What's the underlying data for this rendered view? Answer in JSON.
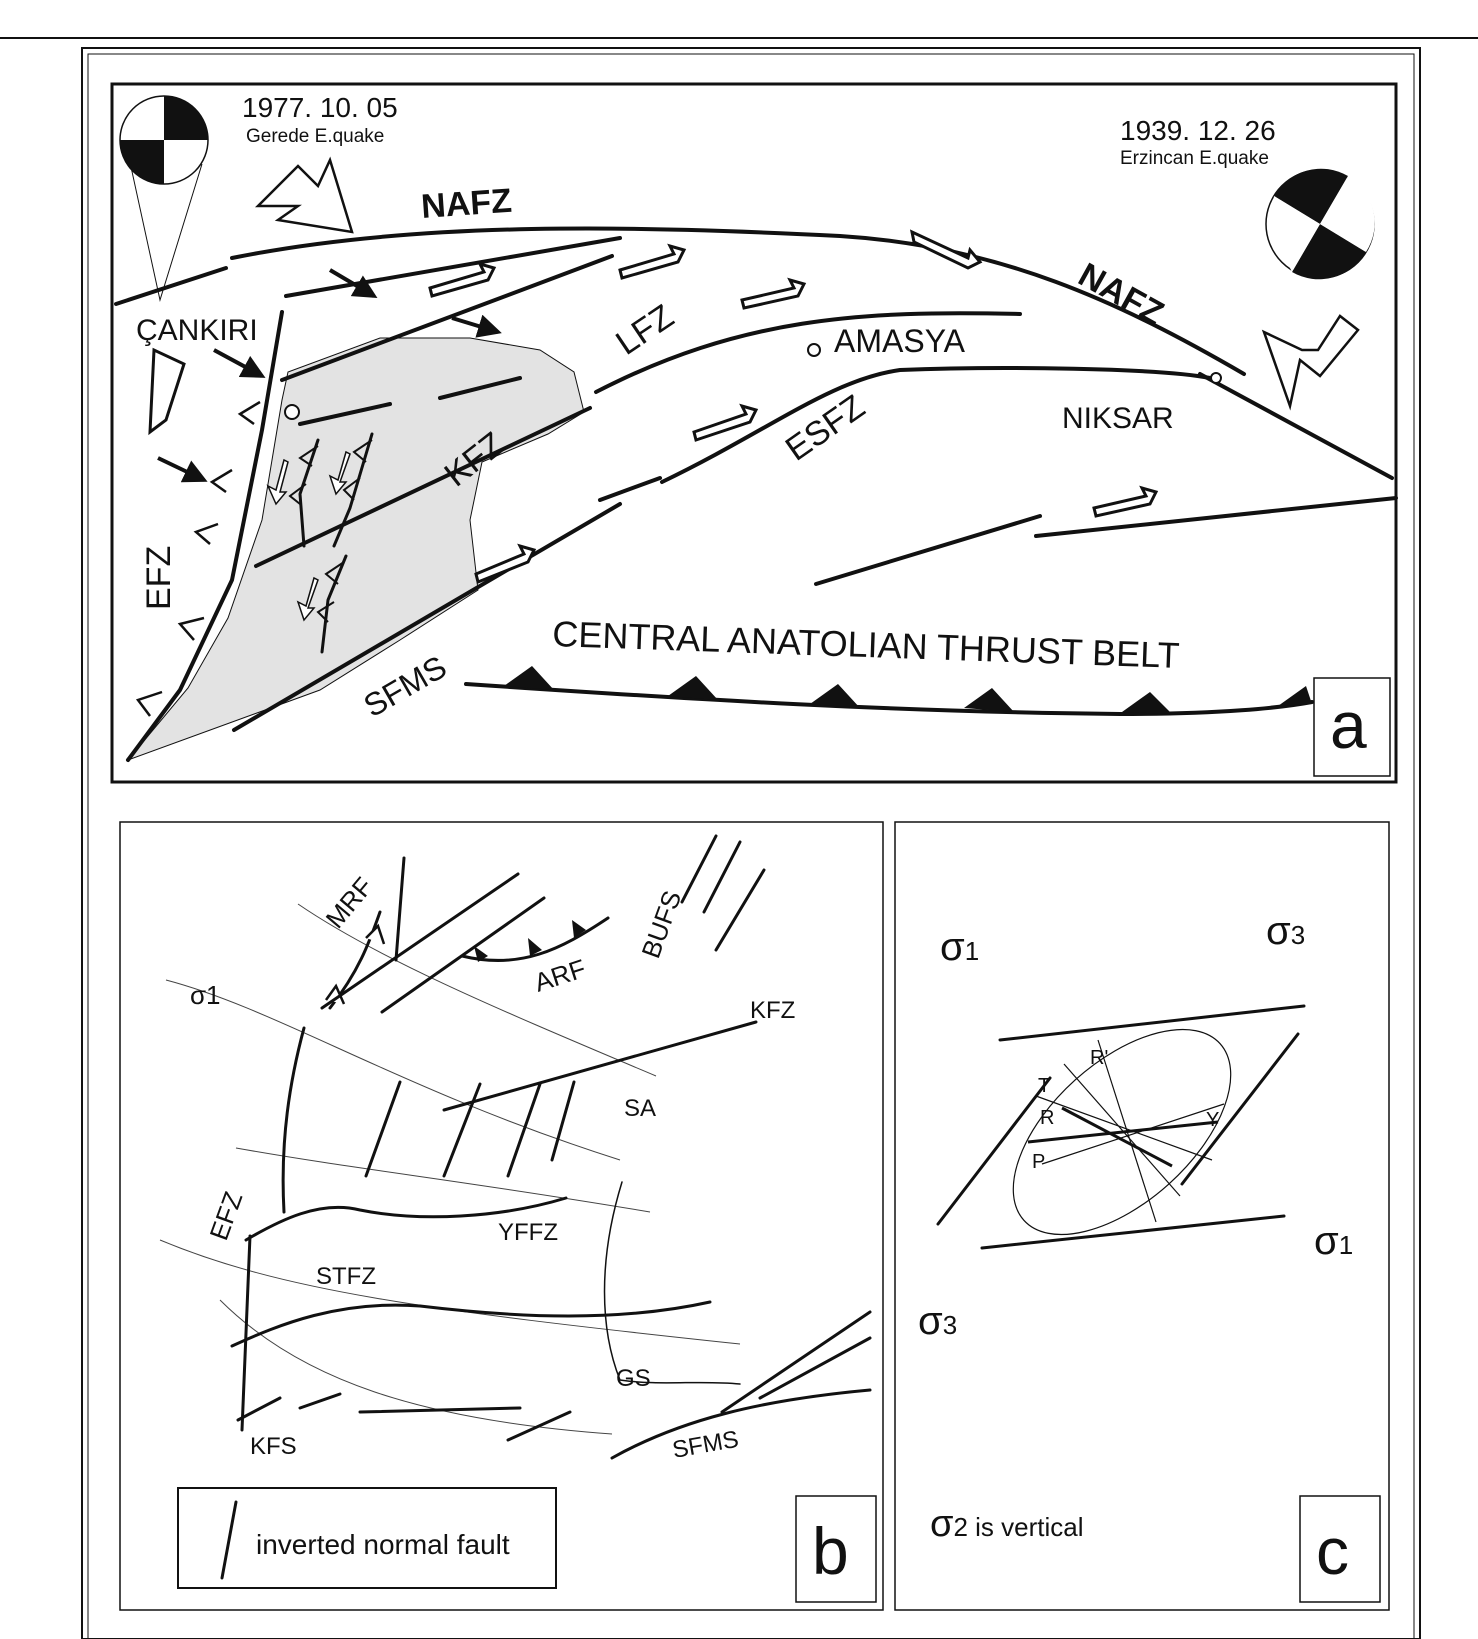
{
  "panel_a": {
    "quake_left": {
      "date": "1977. 10. 05",
      "name": "Gerede E.quake"
    },
    "quake_right": {
      "date": "1939. 12. 26",
      "name": "Erzincan E.quake"
    },
    "labels": {
      "nafz_1": "NAFZ",
      "nafz_2": "NAFZ",
      "cankiri": "ÇANKIRI",
      "lfz": "LFZ",
      "amasya": "AMASYA",
      "kfz": "KFZ",
      "esfz": "ESFZ",
      "niksar": "NIKSAR",
      "efz": "EFZ",
      "sfms": "SFMS",
      "central": "CENTRAL ANATOLIAN THRUST BELT"
    },
    "panel_letter": "a"
  },
  "panel_b": {
    "labels": {
      "mrf": "MRF",
      "bufs": "BUFS",
      "arf": "ARF",
      "sigma1": "σ1",
      "kfz": "KFZ",
      "sa": "SA",
      "efz": "EFZ",
      "yffz": "YFFZ",
      "stfz": "STFZ",
      "gs": "GS",
      "kfs": "KFS",
      "sfms": "SFMS"
    },
    "legend": "inverted normal fault",
    "panel_letter": "b"
  },
  "panel_c": {
    "sigma1_top": "σ",
    "sigma1_top_sub": "1",
    "sigma3_top": "σ",
    "sigma3_top_sub": "3",
    "sigma1_bottom": "σ",
    "sigma1_bottom_sub": "1",
    "sigma3_bottom": "σ",
    "sigma3_bottom_sub": "3",
    "riedel": {
      "r_prime": "R'",
      "t": "T",
      "r": "R",
      "y": "Y",
      "p": "P"
    },
    "sigma2_symbol": "σ",
    "sigma2_text": "2 is vertical",
    "panel_letter": "c"
  },
  "colors": {
    "shaded_area": "#e3e3e3",
    "ink": "#111111"
  }
}
